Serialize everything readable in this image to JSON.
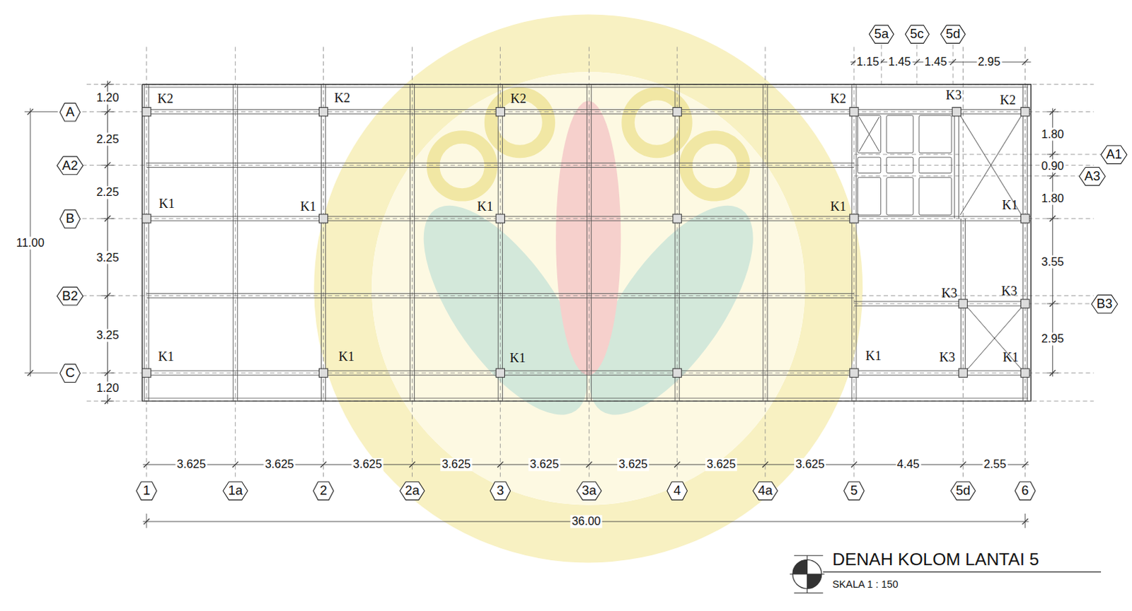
{
  "diagram": {
    "title": "DENAH KOLOM LANTAI 5",
    "caption": "SKALA 1 : 150",
    "nodes": [
      {
        "text": [
          "5a"
        ]
      },
      {
        "text": [
          "5c"
        ]
      },
      {
        "text": [
          "5d"
        ]
      },
      {
        "text": [
          "A"
        ]
      },
      {
        "text": [
          "A2"
        ]
      },
      {
        "text": [
          "B"
        ]
      },
      {
        "text": [
          "B2"
        ]
      },
      {
        "text": [
          "C"
        ]
      },
      {
        "text": [
          "A1"
        ]
      },
      {
        "text": [
          "A3"
        ]
      },
      {
        "text": [
          "B3"
        ]
      },
      {
        "text": [
          "1"
        ]
      },
      {
        "text": [
          "1a"
        ]
      },
      {
        "text": [
          "2"
        ]
      },
      {
        "text": [
          "2a"
        ]
      },
      {
        "text": [
          "3"
        ]
      },
      {
        "text": [
          "3a"
        ]
      },
      {
        "text": [
          "4"
        ]
      },
      {
        "text": [
          "4a"
        ]
      },
      {
        "text": [
          "5"
        ]
      },
      {
        "text": [
          "5d"
        ]
      },
      {
        "text": [
          "6"
        ]
      }
    ],
    "labels": [
      "1.20",
      "2.25",
      "2.25",
      "3.25",
      "3.25",
      "1.20",
      "11.00",
      "1.80",
      "0.90",
      "1.80",
      "3.55",
      "2.95",
      "1.15",
      "1.45",
      "1.45",
      "2.95",
      "3.625",
      "3.625",
      "3.625",
      "3.625",
      "3.625",
      "3.625",
      "3.625",
      "3.625",
      "4.45",
      "2.55",
      "36.00",
      "K2",
      "K2",
      "K2",
      "K2",
      "K3",
      "K2",
      "K1",
      "K1",
      "K1",
      "K1",
      "K1",
      "K3",
      "K3",
      "K1",
      "K1",
      "K1",
      "K1",
      "K3",
      "K1"
    ]
  }
}
